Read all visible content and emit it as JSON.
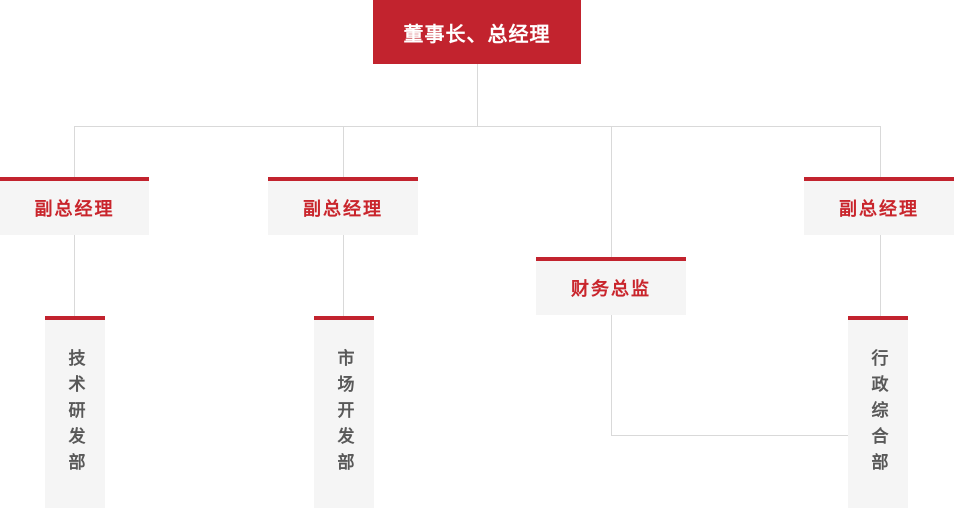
{
  "org": {
    "root": {
      "label": "董事长、总经理"
    },
    "level2": [
      {
        "label": "副总经理"
      },
      {
        "label": "副总经理"
      },
      {
        "label": "财务总监"
      },
      {
        "label": "副总经理"
      }
    ],
    "departments": [
      {
        "label": "技术研发部"
      },
      {
        "label": "市场开发部"
      },
      {
        "label": "行政综合部"
      }
    ]
  },
  "colors": {
    "accent_red": "#c2232e",
    "box_background": "#f5f5f5",
    "connector_line": "#d9d9d9",
    "department_text": "#595959",
    "root_text": "#ffffff"
  }
}
